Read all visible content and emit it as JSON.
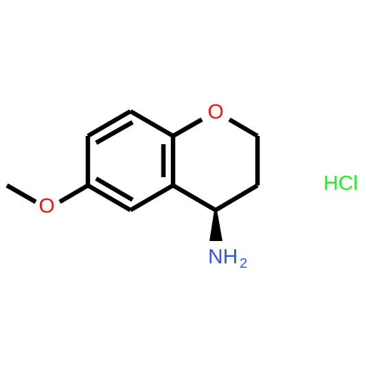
{
  "molecule": {
    "atoms": {
      "ring_oxygen": "O",
      "methoxy_oxygen": "O",
      "amine": "NH",
      "amine_subscript": "2",
      "salt": "HCl"
    },
    "colors": {
      "bond": "#000000",
      "oxygen": "#ff0d0d",
      "nitrogen": "#3050f8",
      "chlorine": "#1ff01f"
    },
    "stereo": {
      "center": "C4",
      "bond_to": "amine",
      "wedge": "solid"
    }
  }
}
